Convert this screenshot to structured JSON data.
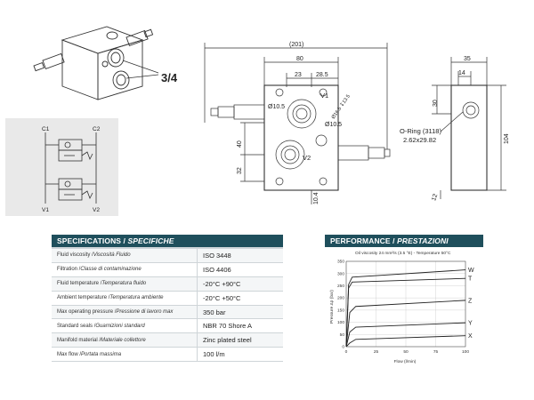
{
  "drawing": {
    "port_size_label": "3/4\"",
    "dim_overall_width": "(201)",
    "dim_body_width": "80",
    "dim_23": "23",
    "dim_28_5": "28.5",
    "dim_40": "40",
    "dim_32": "32",
    "dim_10_4": "10.4",
    "dim_hole_1": "Ø10.5",
    "dim_hole_2": "Ø10.5",
    "dim_counterbore": "Ø16.5 ↧13.5",
    "dim_side_35": "35",
    "dim_side_14": "14",
    "dim_side_30": "30",
    "dim_side_104": "104",
    "dim_side_12": "12",
    "port_v1": "V1",
    "port_v2": "V2",
    "oring_label": "O-Ring (3118)",
    "oring_size": "2.62x29.82"
  },
  "schematic": {
    "c1": "C1",
    "c2": "C2",
    "v1": "V1",
    "v2": "V2"
  },
  "specs": {
    "title_en": "SPECIFICATIONS / ",
    "title_it": "SPECIFICHE",
    "rows": [
      {
        "label_en": "Fluid viscosity / ",
        "label_it": "Viscosità Fluido",
        "value": "ISO 3448"
      },
      {
        "label_en": "Filtration / ",
        "label_it": "Classe di contaminazione",
        "value": "ISO 4406"
      },
      {
        "label_en": "Fluid temperature / ",
        "label_it": "Temperatura fluido",
        "value": "-20°C +90°C"
      },
      {
        "label_en": "Ambient temperature / ",
        "label_it": "Temperatura ambiente",
        "value": "-20°C +50°C"
      },
      {
        "label_en": "Max operating pressure / ",
        "label_it": "Pressione di lavoro max",
        "value": "350 bar"
      },
      {
        "label_en": "Standard seals / ",
        "label_it": "Guarnizioni standard",
        "value": "NBR 70 Shore A"
      },
      {
        "label_en": "Manifold material / ",
        "label_it": "Materiale collettore",
        "value": "Zinc plated steel"
      },
      {
        "label_en": "Max flow / ",
        "label_it": "Portata massima",
        "value": "100 l/m"
      }
    ]
  },
  "performance": {
    "title_en": "PERFORMANCE / ",
    "title_it": "PRESTAZIONI",
    "chart_data": {
      "type": "line",
      "subtitle": "Oil viscosity 24 mm²/s (3.5 °E) - Temperature 50°C",
      "xlabel": "Flow (l/min)",
      "ylabel": "Pressure Δp (bar)",
      "xlim": [
        0,
        100
      ],
      "ylim": [
        0,
        350
      ],
      "x_ticks": [
        "0",
        "25",
        "50",
        "75",
        "100"
      ],
      "y_ticks": [
        "0",
        "50",
        "100",
        "150",
        "200",
        "250",
        "300",
        "350"
      ],
      "grid": true,
      "series": [
        {
          "name": "W",
          "x": [
            0,
            2,
            5,
            100
          ],
          "y": [
            0,
            255,
            285,
            315
          ]
        },
        {
          "name": "T",
          "x": [
            0,
            2,
            5,
            100
          ],
          "y": [
            0,
            240,
            265,
            280
          ]
        },
        {
          "name": "Z",
          "x": [
            0,
            3,
            8,
            100
          ],
          "y": [
            0,
            140,
            165,
            190
          ]
        },
        {
          "name": "Y",
          "x": [
            0,
            3,
            8,
            100
          ],
          "y": [
            0,
            60,
            80,
            98
          ]
        },
        {
          "name": "X",
          "x": [
            0,
            3,
            8,
            100
          ],
          "y": [
            0,
            15,
            30,
            45
          ]
        }
      ]
    }
  }
}
